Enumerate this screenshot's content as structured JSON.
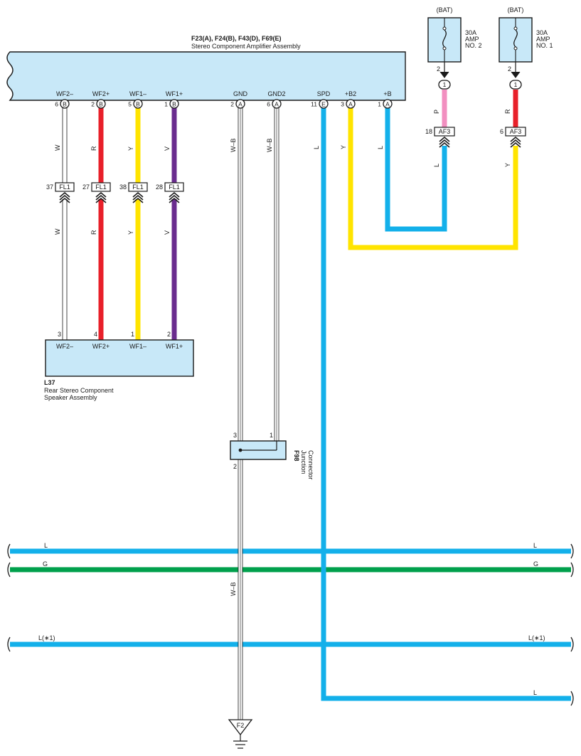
{
  "colors": {
    "W": "#ffffff",
    "R": "#e8202a",
    "Y": "#ffe400",
    "V": "#6a2c8e",
    "L": "#13b0ea",
    "P": "#f28fc0",
    "G": "#00a04c",
    "WB": "#ffffff",
    "box": "#c8e8f8"
  },
  "amp": {
    "codes": "F23(A), F24(B), F43(D), F69(E)",
    "name": "Stereo Component Amplifier Assembly",
    "terminals": [
      {
        "label": "WF2–",
        "pin": "6",
        "conn": "B"
      },
      {
        "label": "WF2+",
        "pin": "2",
        "conn": "B"
      },
      {
        "label": "WF1–",
        "pin": "5",
        "conn": "B"
      },
      {
        "label": "WF1+",
        "pin": "1",
        "conn": "B"
      },
      {
        "label": "GND",
        "pin": "2",
        "conn": "A"
      },
      {
        "label": "GND2",
        "pin": "6",
        "conn": "A"
      },
      {
        "label": "SPD",
        "pin": "11",
        "conn": "E"
      },
      {
        "label": "+B2",
        "pin": "3",
        "conn": "A"
      },
      {
        "label": "+B",
        "pin": "1",
        "conn": "A"
      }
    ]
  },
  "fuses": [
    {
      "bat": "(BAT)",
      "l1": "30A",
      "l2": "AMP",
      "l3": "NO. 2",
      "pin": "2",
      "term": "1",
      "wire": "P",
      "af_pin": "18",
      "af": "AF3",
      "wire_below": "L"
    },
    {
      "bat": "(BAT)",
      "l1": "30A",
      "l2": "AMP",
      "l3": "NO. 1",
      "pin": "2",
      "term": "1",
      "wire": "R",
      "af_pin": "6",
      "af": "AF3",
      "wire_below": "Y"
    }
  ],
  "wires": {
    "wf2m": "W",
    "wf2p": "R",
    "wf1m": "Y",
    "wf1p": "V",
    "gnd": "W–B",
    "gnd2": "W–B",
    "spd": "L",
    "b2": "Y",
    "b": "L"
  },
  "fl1": [
    {
      "pin": "37",
      "name": "FL1"
    },
    {
      "pin": "27",
      "name": "FL1"
    },
    {
      "pin": "38",
      "name": "FL1"
    },
    {
      "pin": "28",
      "name": "FL1"
    }
  ],
  "speaker": {
    "code": "L37",
    "name1": "Rear Stereo Component",
    "name2": "Speaker Assembly",
    "terminals": [
      {
        "label": "WF2–",
        "pin": "3"
      },
      {
        "label": "WF2+",
        "pin": "4"
      },
      {
        "label": "WF1–",
        "pin": "1"
      },
      {
        "label": "WF1+",
        "pin": "2"
      }
    ]
  },
  "junction": {
    "code": "F98",
    "name1": "Junction",
    "name2": "Connector",
    "pin_left": "3",
    "pin_right": "1",
    "pin_bottom": "2"
  },
  "ground_wire": "W–B",
  "ground": "F2",
  "buses": [
    {
      "left": "L",
      "right": "L"
    },
    {
      "left": "G",
      "right": "G"
    },
    {
      "left": "L(∗1)",
      "right": "L(∗1)"
    },
    {
      "right": "L"
    }
  ]
}
